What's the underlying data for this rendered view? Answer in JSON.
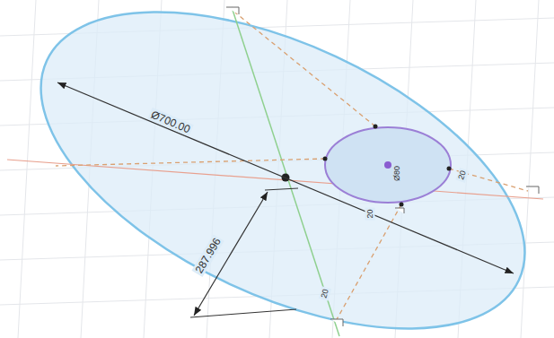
{
  "diagram": {
    "labels": [
      "Ø700.00",
      "287.996",
      "Ø80",
      "20",
      "20",
      "20"
    ]
  }
}
